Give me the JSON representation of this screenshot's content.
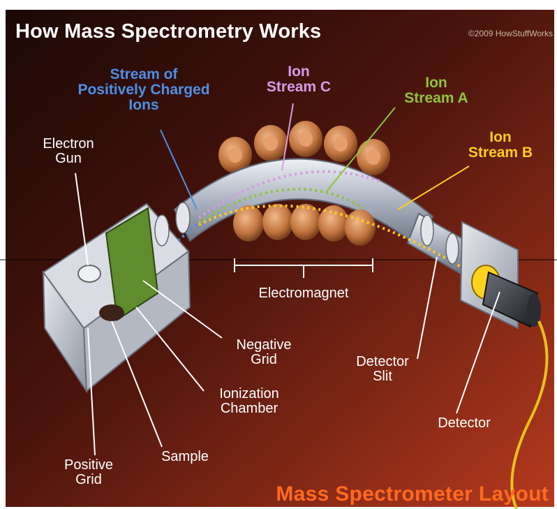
{
  "title": "How Mass Spectrometry Works",
  "credit": "©2009 HowStuffWorks",
  "footer_title": "Mass Spectrometer Layout",
  "labels": {
    "stream_positive": "Stream of\nPositively Charged\nIons",
    "ion_stream_c": "Ion\nStream C",
    "ion_stream_a": "Ion\nStream A",
    "ion_stream_b": "Ion\nStream B",
    "electron_gun": "Electron\nGun",
    "electromagnet": "Electromagnet",
    "negative_grid": "Negative\nGrid",
    "ionization_chamber": "Ionization\nChamber",
    "sample": "Sample",
    "positive_grid": "Positive\nGrid",
    "detector_slit": "Detector\nSlit",
    "detector": "Detector"
  },
  "colors": {
    "background_dark": "#2a0d08",
    "background_red": "#8a1f10",
    "stream_blue": "#4f8fe6",
    "stream_pink": "#d79be6",
    "stream_green": "#8fc43a",
    "stream_yellow": "#ffcc1e",
    "footer_orange": "#ff6a1f",
    "magnet_copper": "#c97a44",
    "tube_silver": "#c9ced8"
  }
}
